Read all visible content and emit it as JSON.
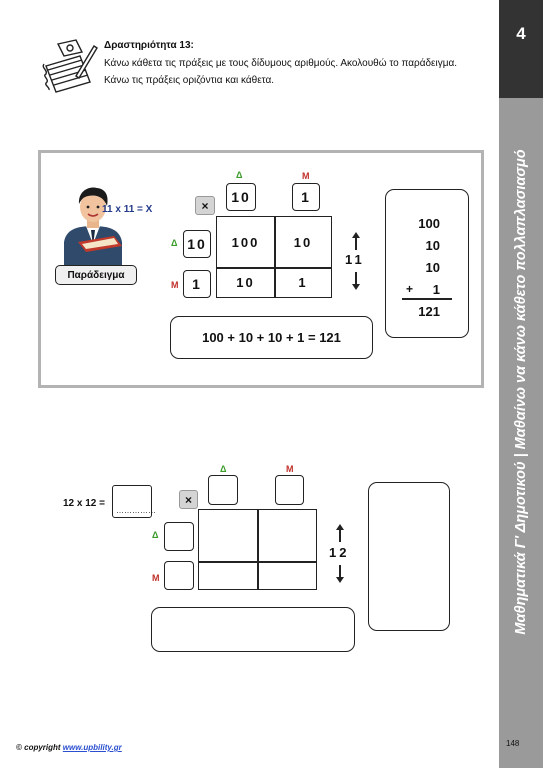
{
  "sidebar": {
    "chapter_number": "4",
    "title": "Μαθηματικά Γ' Δημοτικού | Μαθαίνω να κάνω κάθετο πολλαπλασιασμό"
  },
  "header": {
    "title": "Δραστηριότητα 13:",
    "line1": "Κάνω κάθετα τις πράξεις με τους δίδυμους αριθμούς. Ακολουθώ το παράδειγμα.",
    "line2": "Κάνω τις πράξεις οριζόντια και κάθετα."
  },
  "example": {
    "equation": "11 x 11 = X",
    "badge": "Παράδειγμα",
    "label_d": "Δ",
    "label_m": "Μ",
    "multiply_symbol": "×",
    "col_tens": "10",
    "col_units": "1",
    "row_tens": "10",
    "row_units": "1",
    "cells": [
      "100",
      "10",
      "10",
      "1"
    ],
    "vertical_number": "11",
    "horizontal_result": "100 + 10 + 10 + 1 = 121",
    "vertical_sum": [
      "100",
      "10",
      "10",
      "1"
    ],
    "plus_sign": "+",
    "vertical_result": "121"
  },
  "exercise": {
    "equation": "12 x 12 =",
    "answer_dots": "……………",
    "label_d": "Δ",
    "label_m": "Μ",
    "multiply_symbol": "×",
    "vertical_number": "12"
  },
  "footer": {
    "copyright_prefix": "© copyright",
    "copyright_link": "www.upbility.gr",
    "page_number": "148"
  }
}
